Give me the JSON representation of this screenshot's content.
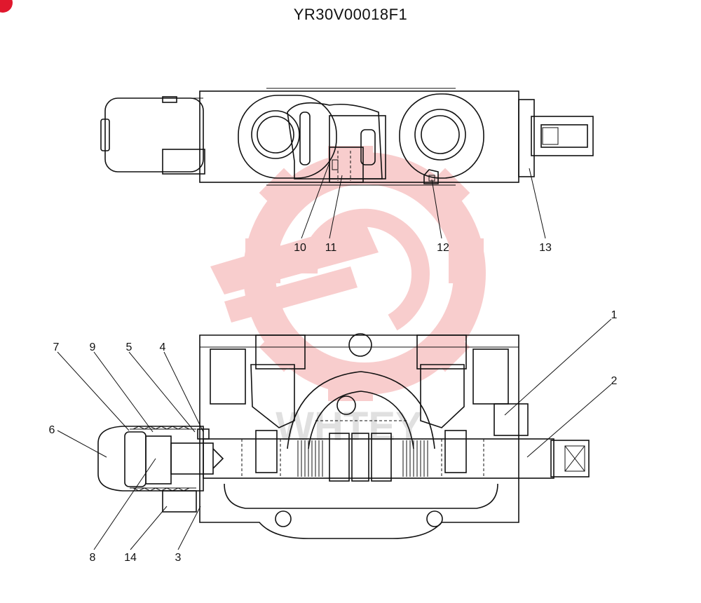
{
  "title": "YR30V00018F1",
  "watermark": {
    "text": "WHTEY",
    "color": "#f3a6a6"
  },
  "colors": {
    "accent_dot": "#e0182d",
    "line": "#111111"
  },
  "top_view_labels": [
    "10",
    "11",
    "12",
    "13"
  ],
  "bottom_view_labels": [
    "1",
    "2",
    "7",
    "9",
    "5",
    "4",
    "6",
    "8",
    "14",
    "3"
  ]
}
